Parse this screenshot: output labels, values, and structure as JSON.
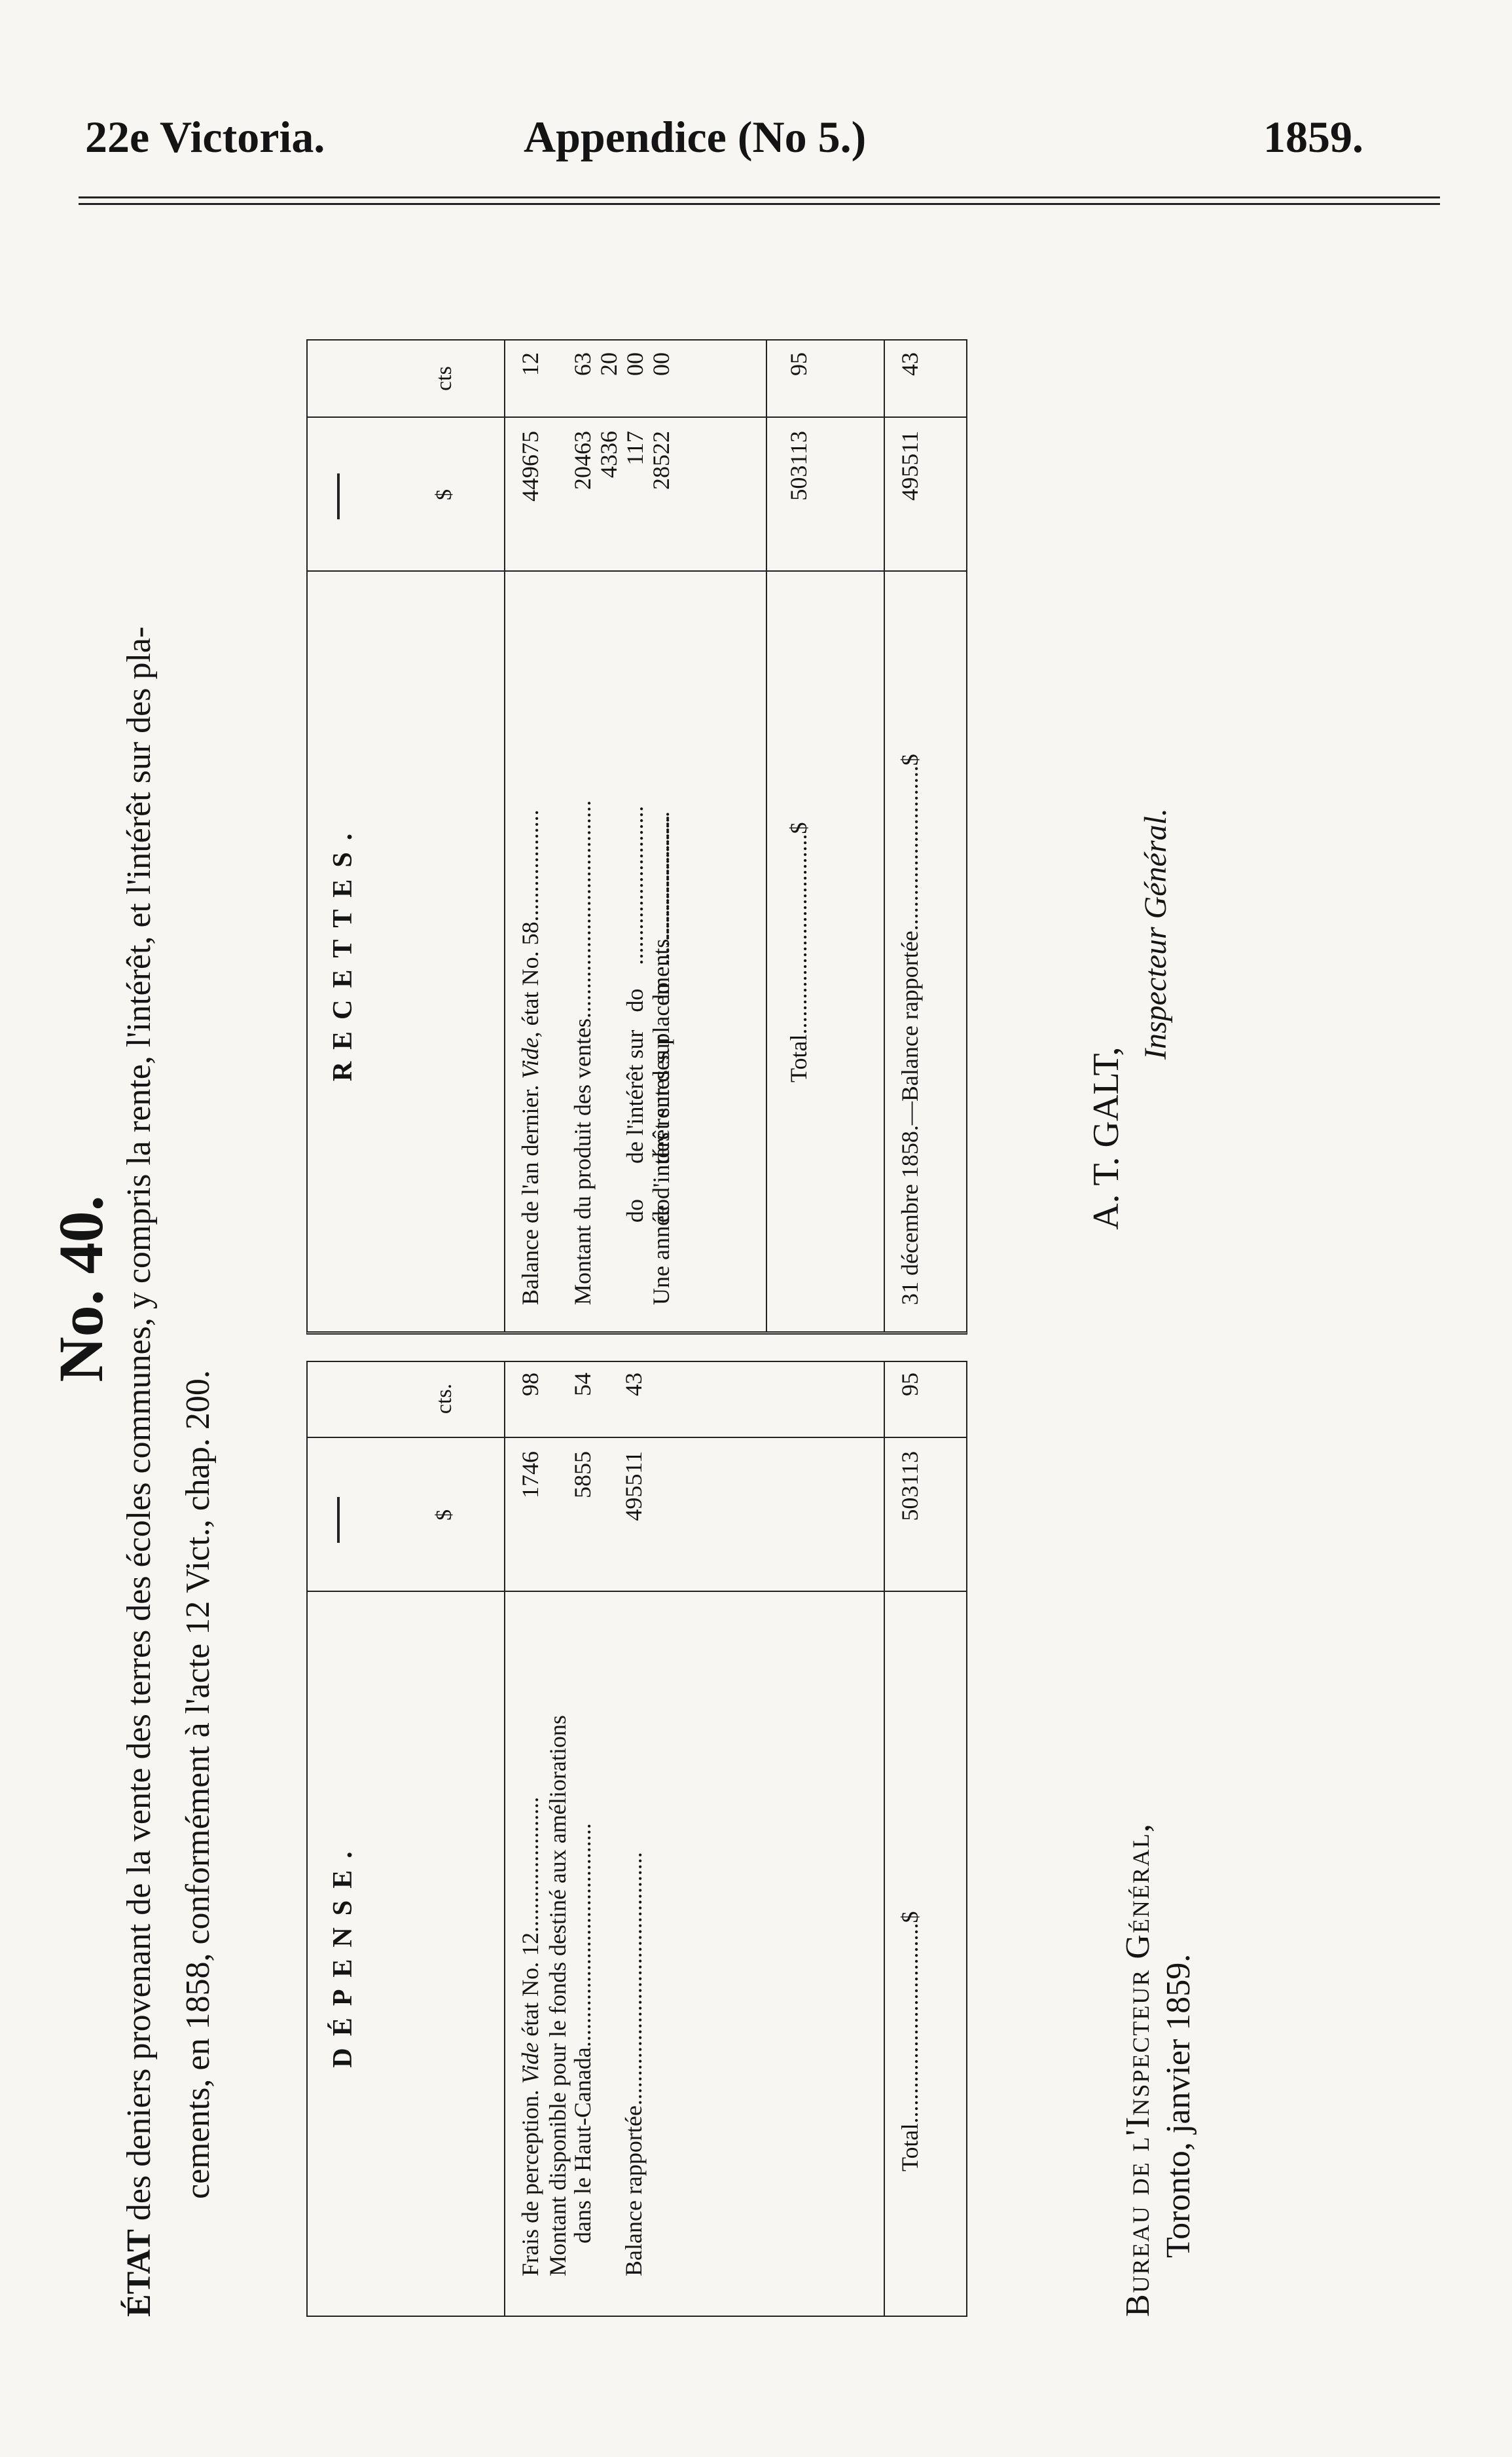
{
  "header": {
    "left": "22e Victoria.",
    "center": "Appendice (No 5.)",
    "right": "1859."
  },
  "document": {
    "number": "No. 40.",
    "intro_lead": "ÉTAT",
    "intro_line1": " des deniers provenant de la vente des terres des écoles communes, y compris la rente, l'intérêt, et l'intérêt sur des pla-",
    "intro_line2": "cements, en 1858, conformément à l'acte 12 Vict., chap. 200."
  },
  "depense": {
    "title": "DÉPENSE.",
    "dash": "—",
    "col_dollars": "$",
    "col_cents": "cts.",
    "rows": [
      {
        "label_a": "Frais de perception.  ",
        "label_vide": "Vide",
        "label_b": " état No. 12",
        "dots": ".......................",
        "dollars": "1746",
        "cents": "98"
      },
      {
        "label_a": "Montant disponible pour le fonds destiné aux améliorations",
        "label_c": "dans le Haut-Canada",
        "dots": "......................................",
        "dollars": "5855",
        "cents": "54"
      },
      {
        "label_a": "Balance rapportée",
        "dots": "...........................................",
        "dollars": "495511",
        "cents": "43"
      }
    ],
    "total": {
      "label": "Total",
      "dots": "..................................",
      "symbol": "$",
      "dollars": "503113",
      "cents": "95"
    }
  },
  "recettes": {
    "title": "RECETTES.",
    "dash": "—",
    "col_dollars": "$",
    "col_cents": "cts",
    "rows": [
      {
        "label_a": "Balance de l'an dernier.   ",
        "label_vide": "Vide",
        "label_b": ", état No. 58",
        "dots": "...................",
        "dollars": "449675",
        "cents": "12"
      },
      {
        "label_a": "Montant du produit des ventes",
        "dots": ".....................................",
        "dollars": "20463",
        "cents": "63"
      },
      {
        "label_a": "        do      de l'intérêt sur   do",
        "dots": "    ...........................",
        "dollars": "4336",
        "cents": "20"
      },
      {
        "label_a": "        do      des rentes sur     do",
        "dots": "   ..........................",
        "dollars": "117",
        "cents": "00"
      },
      {
        "label_a": "Une année d'intérêt sur des placements",
        "dots": ".....................",
        "dollars": "28522",
        "cents": "00"
      }
    ],
    "total": {
      "label": "Total",
      "dots": "..................................",
      "symbol": "$",
      "dollars": "503113",
      "cents": "95"
    },
    "balance": {
      "label": "31 décembre 1858.—Balance rapportée",
      "dots": "............................",
      "symbol": "$",
      "dollars": "495511",
      "cents": "43"
    }
  },
  "footer": {
    "office_line1": "Bureau de l'Inspecteur Général,",
    "office_line2": "Toronto, janvier 1859.",
    "signer": "A. T. GALT,",
    "signer_title": "Inspecteur Général."
  }
}
